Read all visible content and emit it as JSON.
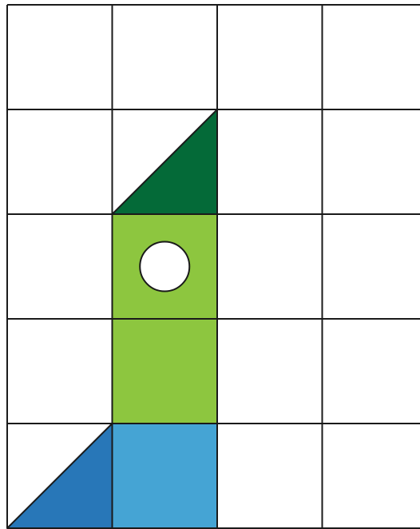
{
  "grid": {
    "columns": 4,
    "rows": 5,
    "line_color": "#1a1a1a",
    "background_color": "#ffffff"
  },
  "shapes": [
    {
      "name": "dark-green-triangle",
      "kind": "triangle",
      "cell": [
        1,
        1
      ],
      "corners": [
        "top-right",
        "bottom-right",
        "bottom-left"
      ],
      "color": "#046a38"
    },
    {
      "name": "light-green-square-upper",
      "kind": "square",
      "cell": [
        1,
        2
      ],
      "color": "#8dc63f"
    },
    {
      "name": "white-circle",
      "kind": "circle",
      "cell": [
        1,
        2
      ],
      "fill": "#ffffff"
    },
    {
      "name": "light-green-square-lower",
      "kind": "square",
      "cell": [
        1,
        3
      ],
      "color": "#8dc63f"
    },
    {
      "name": "light-blue-square",
      "kind": "square",
      "cell": [
        1,
        4
      ],
      "color": "#45a4d4"
    },
    {
      "name": "dark-blue-triangle",
      "kind": "triangle",
      "cell": [
        0,
        4
      ],
      "corners": [
        "top-right",
        "bottom-right",
        "bottom-left"
      ],
      "color": "#2877b8"
    }
  ]
}
